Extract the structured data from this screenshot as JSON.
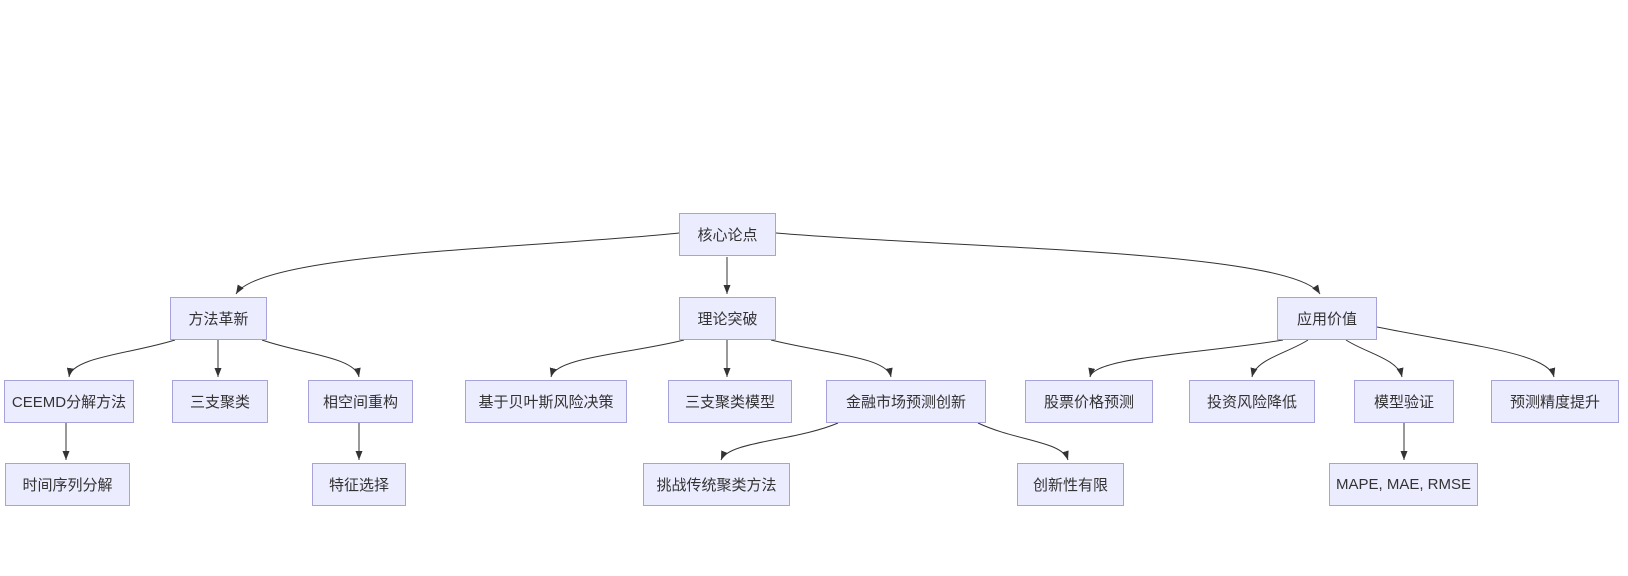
{
  "diagram": {
    "type": "flowchart",
    "direction": "top-down",
    "colors": {
      "background": "#FFFFFF",
      "node_fill": "#ECECFF",
      "node_border": "#A6A3DC",
      "edge": "#333333",
      "text": "#333333"
    },
    "nodes": [
      {
        "id": "core-thesis",
        "label": "核心论点",
        "level": 1
      },
      {
        "id": "method-innovation",
        "label": "方法革新",
        "level": 2
      },
      {
        "id": "theory-breakthrough",
        "label": "理论突破",
        "level": 2
      },
      {
        "id": "application-value",
        "label": "应用价值",
        "level": 2
      },
      {
        "id": "ceemd-decomposition",
        "label": "CEEMD分解方法",
        "level": 3
      },
      {
        "id": "three-way-clustering",
        "label": "三支聚类",
        "level": 3
      },
      {
        "id": "phase-space-reconstruction",
        "label": "相空间重构",
        "level": 3
      },
      {
        "id": "bayesian-risk-decision",
        "label": "基于贝叶斯风险决策",
        "level": 3
      },
      {
        "id": "three-way-clustering-model",
        "label": "三支聚类模型",
        "level": 3
      },
      {
        "id": "financial-forecast-innovation",
        "label": "金融市场预测创新",
        "level": 3
      },
      {
        "id": "stock-price-prediction",
        "label": "股票价格预测",
        "level": 3
      },
      {
        "id": "investment-risk-reduction",
        "label": "投资风险降低",
        "level": 3
      },
      {
        "id": "model-validation",
        "label": "模型验证",
        "level": 3
      },
      {
        "id": "forecast-accuracy-improvement",
        "label": "预测精度提升",
        "level": 3
      },
      {
        "id": "time-series-decomposition",
        "label": "时间序列分解",
        "level": 4
      },
      {
        "id": "feature-selection",
        "label": "特征选择",
        "level": 4
      },
      {
        "id": "challenge-traditional-clustering",
        "label": "挑战传统聚类方法",
        "level": 4
      },
      {
        "id": "limited-novelty",
        "label": "创新性有限",
        "level": 4
      },
      {
        "id": "error-metrics",
        "label": "MAPE, MAE, RMSE",
        "level": 4
      }
    ],
    "edges": [
      {
        "from": "核心论点",
        "to": "方法革新"
      },
      {
        "from": "核心论点",
        "to": "理论突破"
      },
      {
        "from": "核心论点",
        "to": "应用价值"
      },
      {
        "from": "方法革新",
        "to": "CEEMD分解方法"
      },
      {
        "from": "方法革新",
        "to": "三支聚类"
      },
      {
        "from": "方法革新",
        "to": "相空间重构"
      },
      {
        "from": "理论突破",
        "to": "基于贝叶斯风险决策"
      },
      {
        "from": "理论突破",
        "to": "三支聚类模型"
      },
      {
        "from": "理论突破",
        "to": "金融市场预测创新"
      },
      {
        "from": "应用价值",
        "to": "股票价格预测"
      },
      {
        "from": "应用价值",
        "to": "投资风险降低"
      },
      {
        "from": "应用价值",
        "to": "模型验证"
      },
      {
        "from": "应用价值",
        "to": "预测精度提升"
      },
      {
        "from": "CEEMD分解方法",
        "to": "时间序列分解"
      },
      {
        "from": "相空间重构",
        "to": "特征选择"
      },
      {
        "from": "金融市场预测创新",
        "to": "挑战传统聚类方法"
      },
      {
        "from": "金融市场预测创新",
        "to": "创新性有限"
      },
      {
        "from": "模型验证",
        "to": "MAPE, MAE, RMSE"
      }
    ]
  }
}
